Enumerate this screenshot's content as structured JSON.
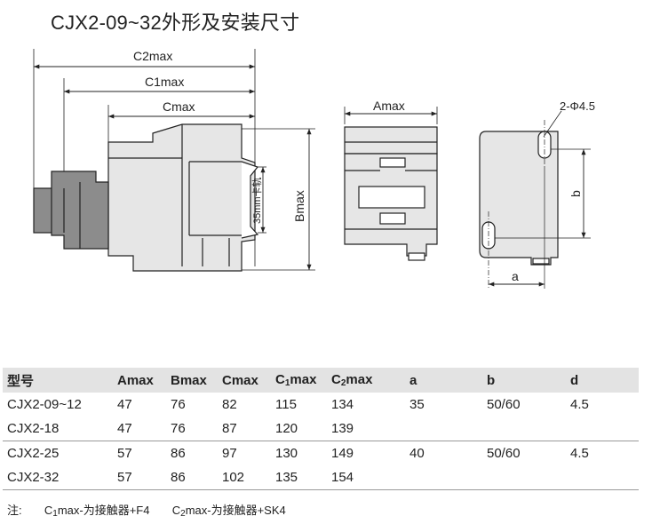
{
  "title": "CJX2-09~32外形及安装尺寸",
  "labels": {
    "c2max": "C2max",
    "c1max": "C1max",
    "cmax": "Cmax",
    "bmax": "Bmax",
    "rail": "35mm卡轨",
    "amax": "Amax",
    "hole": "2-Φ4.5",
    "a": "a",
    "b": "b"
  },
  "table": {
    "headers": {
      "model": "型号",
      "amax": "Amax",
      "bmax": "Bmax",
      "cmax": "Cmax",
      "c1_pre": "C",
      "c1_sub": "1",
      "c1_post": "max",
      "c2_pre": "C",
      "c2_sub": "2",
      "c2_post": "max",
      "a": "a",
      "b": "b",
      "d": "d"
    },
    "rows": [
      {
        "model": "CJX2-09~12",
        "amax": "47",
        "bmax": "76",
        "cmax": "82",
        "c1max": "115",
        "c2max": "134",
        "a": "35",
        "b": "50/60",
        "d": "4.5"
      },
      {
        "model": "CJX2-18",
        "amax": "47",
        "bmax": "76",
        "cmax": "87",
        "c1max": "120",
        "c2max": "139",
        "a": "",
        "b": "",
        "d": ""
      },
      {
        "model": "CJX2-25",
        "amax": "57",
        "bmax": "86",
        "cmax": "97",
        "c1max": "130",
        "c2max": "149",
        "a": "40",
        "b": "50/60",
        "d": "4.5"
      },
      {
        "model": "CJX2-32",
        "amax": "57",
        "bmax": "86",
        "cmax": "102",
        "c1max": "135",
        "c2max": "154",
        "a": "",
        "b": "",
        "d": ""
      }
    ]
  },
  "note": {
    "prefix": "注:",
    "n1_pre": "C",
    "n1_sub": "1",
    "n1_post": "max-为接触器+F4",
    "n2_pre": "C",
    "n2_sub": "2",
    "n2_post": "max-为接触器+SK4"
  },
  "colors": {
    "gray_block": "#8c8c8c",
    "body_fill": "#e6e6e6",
    "stroke": "#222222",
    "table_header": "#e3e3e3"
  }
}
